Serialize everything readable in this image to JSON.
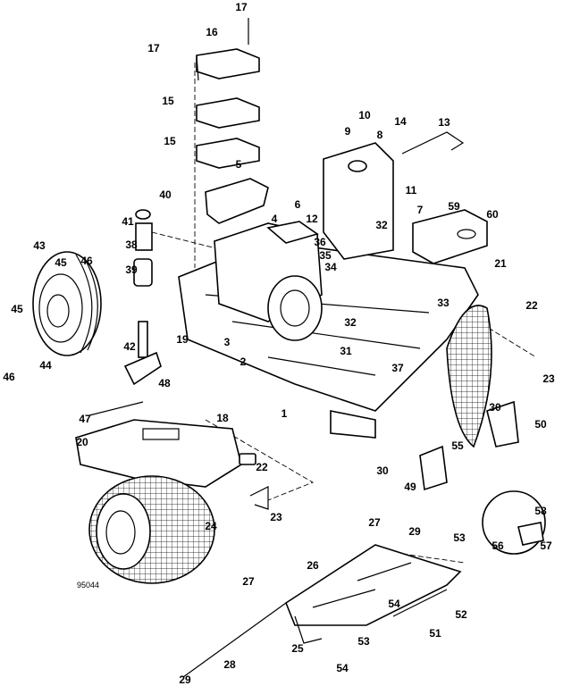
{
  "diagram": {
    "drawing_number": "95044",
    "callouts": [
      "17",
      "16",
      "17",
      "15",
      "15",
      "5",
      "40",
      "41",
      "38",
      "39",
      "43",
      "45",
      "46",
      "45",
      "44",
      "46",
      "47",
      "42",
      "48",
      "19",
      "3",
      "2",
      "4",
      "6",
      "9",
      "10",
      "8",
      "14",
      "13",
      "11",
      "12",
      "7",
      "59",
      "60",
      "32",
      "36",
      "35",
      "34",
      "21",
      "22",
      "33",
      "32",
      "31",
      "37",
      "1",
      "18",
      "20",
      "22",
      "23",
      "23",
      "30",
      "50",
      "55",
      "30",
      "49",
      "24",
      "27",
      "29",
      "58",
      "56",
      "57",
      "53",
      "26",
      "27",
      "54",
      "52",
      "51",
      "53",
      "25",
      "54",
      "28",
      "29"
    ],
    "colors": {
      "line": "#000000",
      "background": "#ffffff"
    }
  }
}
